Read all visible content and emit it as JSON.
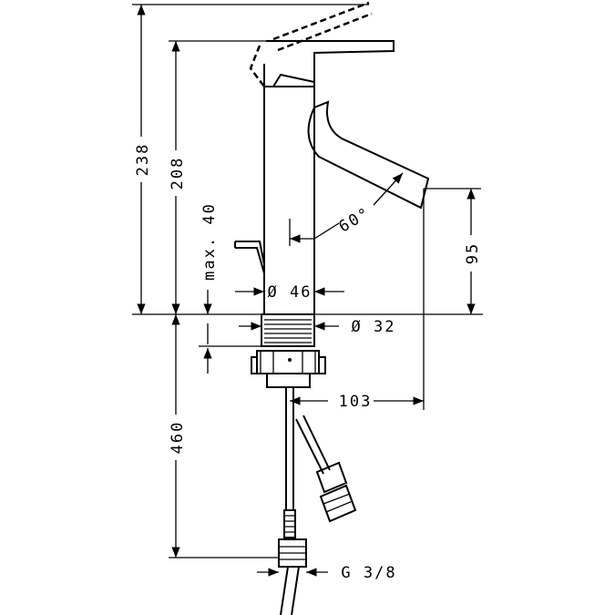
{
  "dimensions": {
    "total_height": "238",
    "spout_height": "208",
    "max_thickness": "max. 40",
    "body_diameter": "Ø 46",
    "shank_diameter": "Ø 32",
    "lever_angle": "60°",
    "outlet_height": "95",
    "projection": "103",
    "hose_length": "460",
    "connection": "G 3/8"
  }
}
